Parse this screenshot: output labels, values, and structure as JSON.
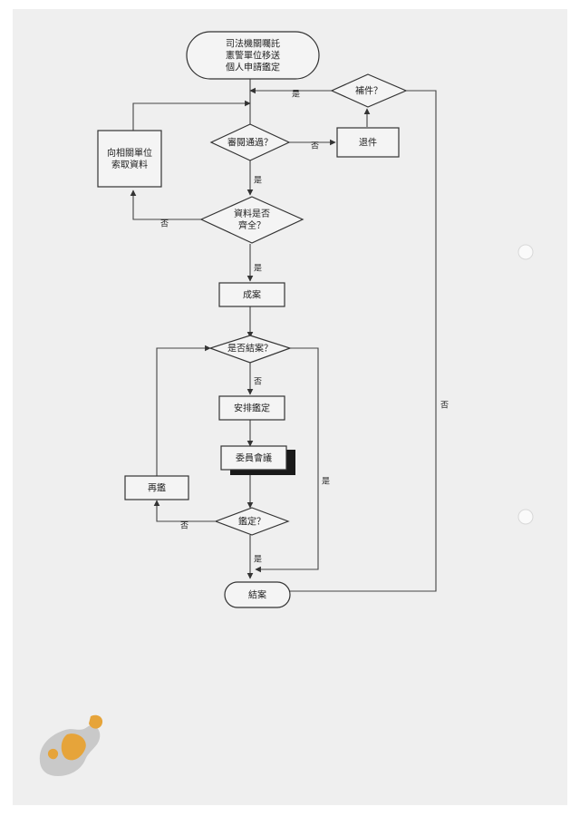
{
  "nodes": {
    "start": "司法機關囑託\n憲警單位移送\n個人申請鑑定",
    "complete": "補件？",
    "review": "審閱通過？",
    "return_case": "退件",
    "request_data": "向相關單位\n索取資料",
    "data_complete": "資料是否\n齊全？",
    "register": "成案",
    "close_check": "是否結案？",
    "schedule": "安排鑑定",
    "committee": "委員會議",
    "retrace": "再鑑",
    "identify": "鑑定？",
    "end": "結案"
  },
  "edges": {
    "complete_yes": "是",
    "complete_no": "否",
    "review_no": "否",
    "review_yes": "是",
    "data_no": "否",
    "data_yes": "是",
    "close_no": "否",
    "close_yes": "是",
    "identify_no": "否",
    "identify_yes": "是"
  },
  "colors": {
    "paper": "#efefef",
    "ink": "#333333",
    "logo_gray": "#c9c9c9",
    "logo_gold": "#e6a43a"
  },
  "logo_icon": "taiwan-map-logo-icon"
}
